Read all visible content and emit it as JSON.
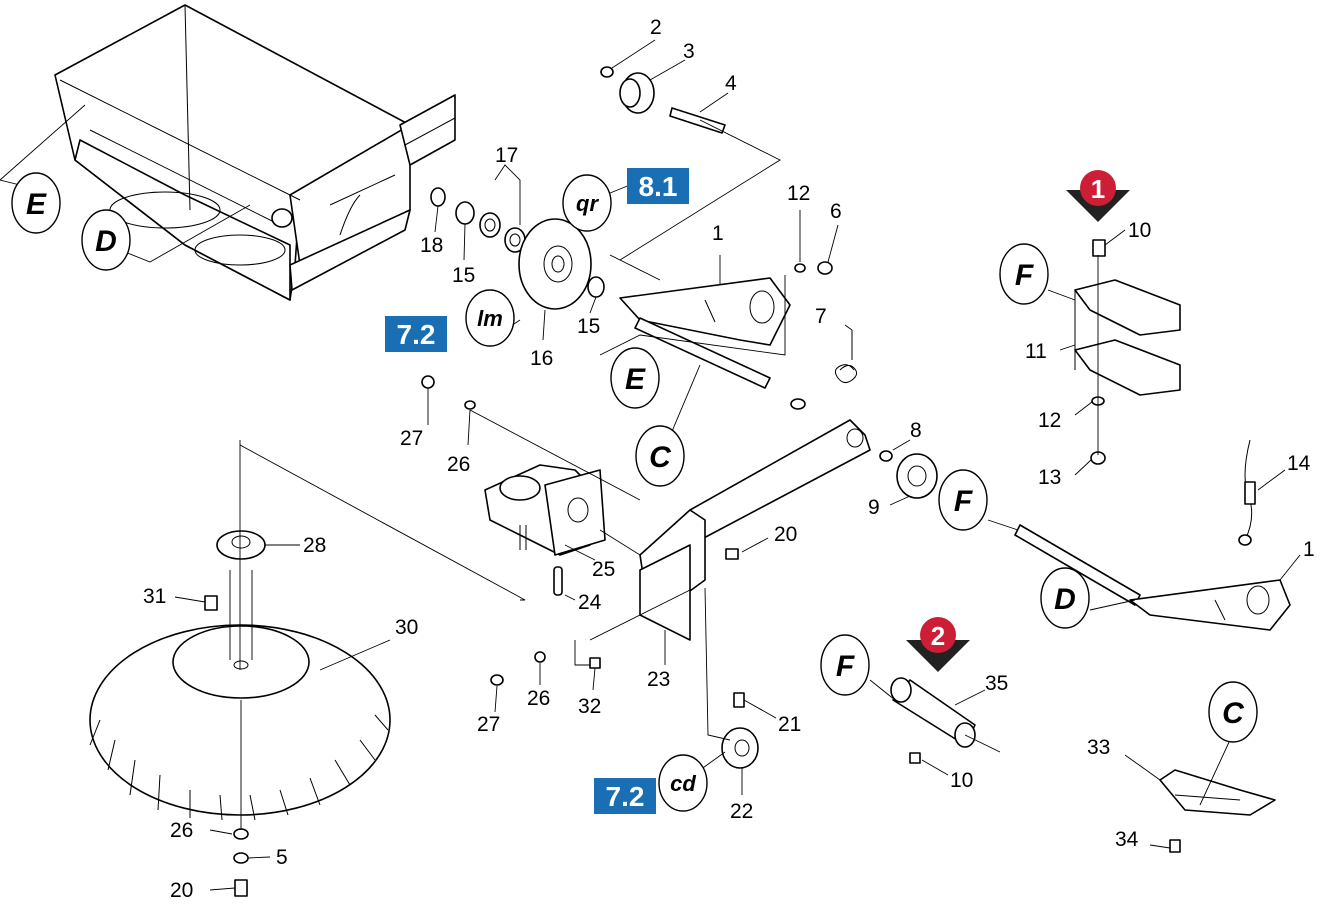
{
  "callouts": [
    "2",
    "3",
    "4",
    "17",
    "12",
    "6",
    "18",
    "15",
    "16",
    "15",
    "1",
    "7",
    "27",
    "26",
    "8",
    "9",
    "25",
    "20",
    "28",
    "31",
    "24",
    "30",
    "23",
    "26",
    "32",
    "27",
    "21",
    "22",
    "26",
    "5",
    "20",
    "10",
    "11",
    "12",
    "13",
    "14",
    "1",
    "35",
    "10",
    "33",
    "34"
  ],
  "letters": [
    "E",
    "D",
    "qr",
    "lm",
    "E",
    "C",
    "F",
    "F",
    "D",
    "F",
    "cd",
    "C"
  ],
  "refs": [
    "8.1",
    "7.2",
    "7.2"
  ],
  "badges": [
    "1",
    "2"
  ],
  "colors": {
    "reference_box": "#1a6fb4",
    "badge": "#cc1f36"
  }
}
